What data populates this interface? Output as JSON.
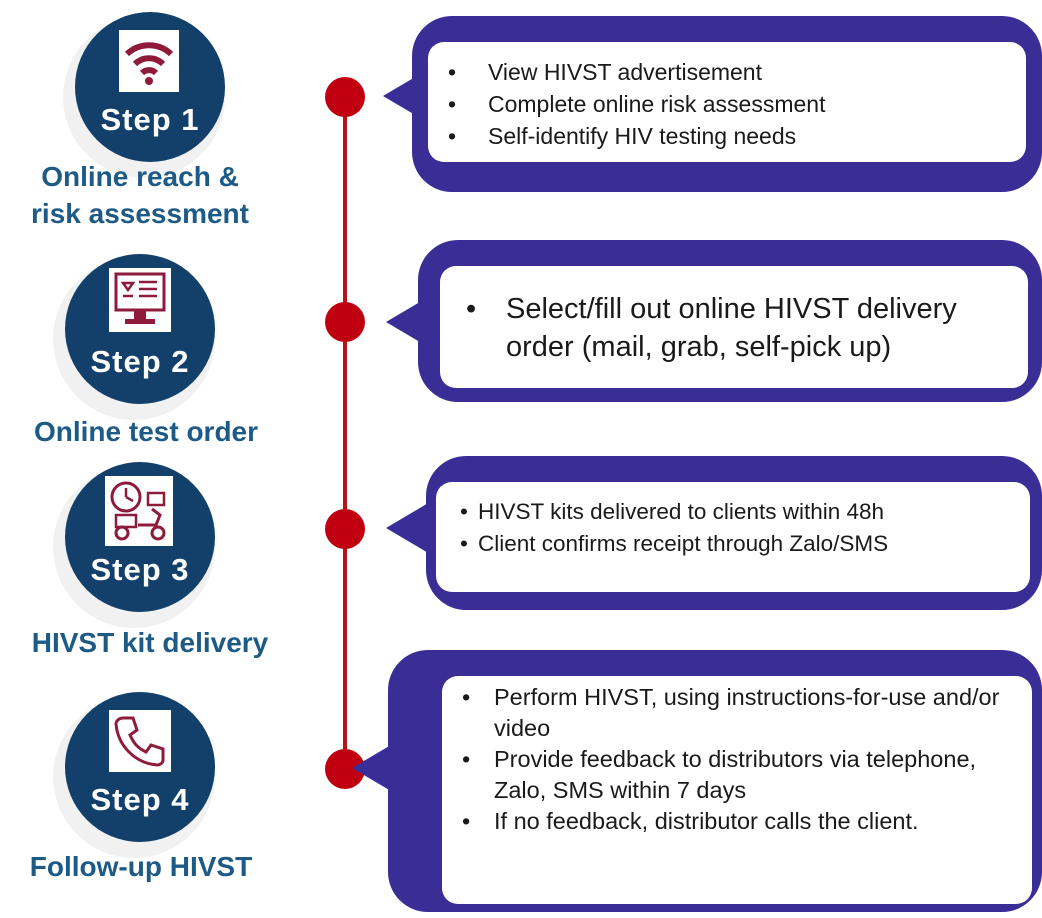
{
  "steps": [
    {
      "badge": "Step 1",
      "caption": "Online reach &\nrisk assessment",
      "icon": "wifi-icon",
      "bullets": [
        "View HIVST advertisement",
        "Complete online risk assessment",
        "Self-identify HIV testing needs"
      ]
    },
    {
      "badge": "Step 2",
      "caption": "Online test order",
      "icon": "online-order-icon",
      "bullets": [
        "Select/fill out online HIVST delivery order (mail, grab, self-pick up)"
      ]
    },
    {
      "badge": "Step 3",
      "caption": "HIVST kit delivery",
      "icon": "delivery-scooter-icon",
      "bullets": [
        "HIVST kits delivered to clients within 48h",
        "Client confirms receipt through Zalo/SMS"
      ]
    },
    {
      "badge": "Step 4",
      "caption": "Follow-up HIVST",
      "icon": "telephone-icon",
      "bullets": [
        "Perform HIVST, using instructions-for-use and/or video",
        "Provide feedback to distributors via telephone, Zalo, SMS within 7 days",
        "If no feedback, distributor calls the client."
      ]
    }
  ],
  "colors": {
    "circle": "#12406a",
    "caption": "#1d5a85",
    "timeline": "#b8121b",
    "card": "#3a2e96",
    "icon": "#8e1b3a"
  }
}
